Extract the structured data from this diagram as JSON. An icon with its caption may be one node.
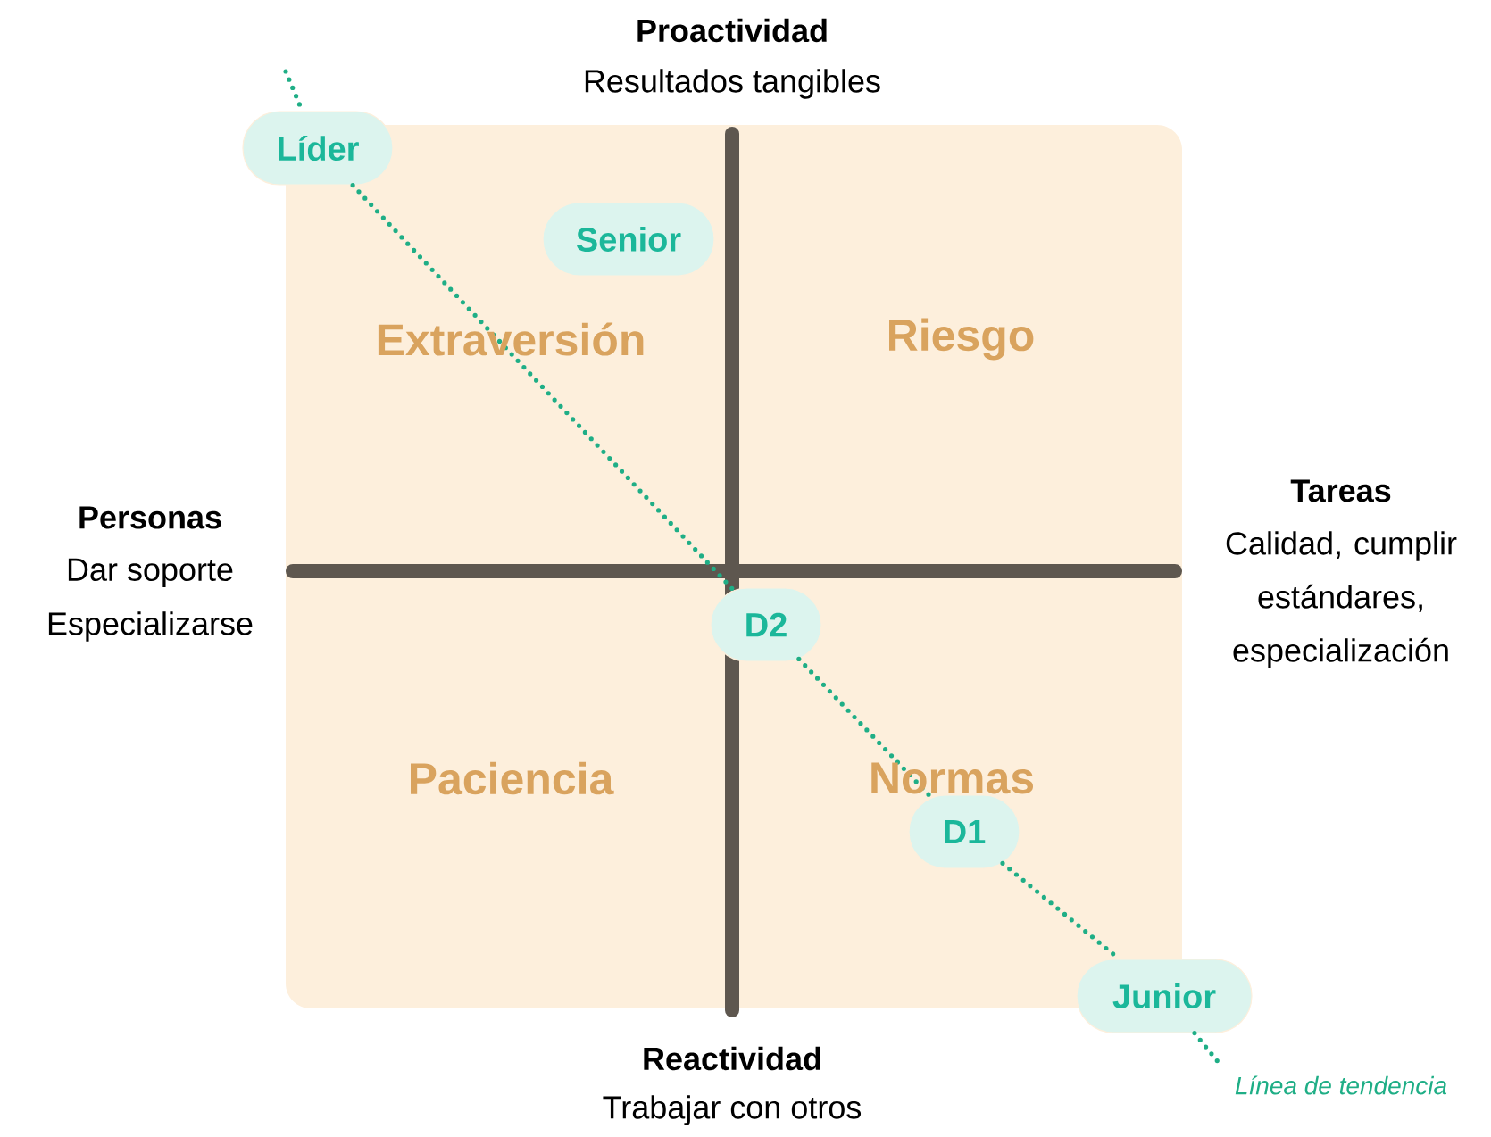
{
  "diagram": {
    "nodes": [
      {
        "text": [
          "Líder"
        ]
      },
      {
        "text": [
          "Senior"
        ]
      },
      {
        "text": [
          "D2"
        ]
      },
      {
        "text": [
          "D1"
        ]
      },
      {
        "text": [
          "Junior"
        ]
      }
    ],
    "edges": [
      {
        "from": null,
        "to": 0,
        "arrow": "none",
        "style": "dashed"
      },
      {
        "from": 0,
        "to": 2,
        "arrow": "none",
        "style": "dashed"
      },
      {
        "from": 2,
        "to": 3,
        "arrow": "none",
        "style": "dashed"
      },
      {
        "from": 3,
        "to": 4,
        "arrow": "none",
        "style": "dashed"
      },
      {
        "from": 4,
        "to": null,
        "arrow": "none",
        "style": "dashed"
      }
    ],
    "labels": [
      "Proactividad",
      "Resultados tangibles",
      "Extraversión",
      "Riesgo",
      "Tareas",
      "Personas",
      "Calidad, cumplir estándares, especialización",
      "Dar soporte",
      "Especializarse",
      "Paciencia",
      "Normas",
      "Reactividad",
      "Trabajar con otros",
      "Línea de tendencia"
    ]
  }
}
